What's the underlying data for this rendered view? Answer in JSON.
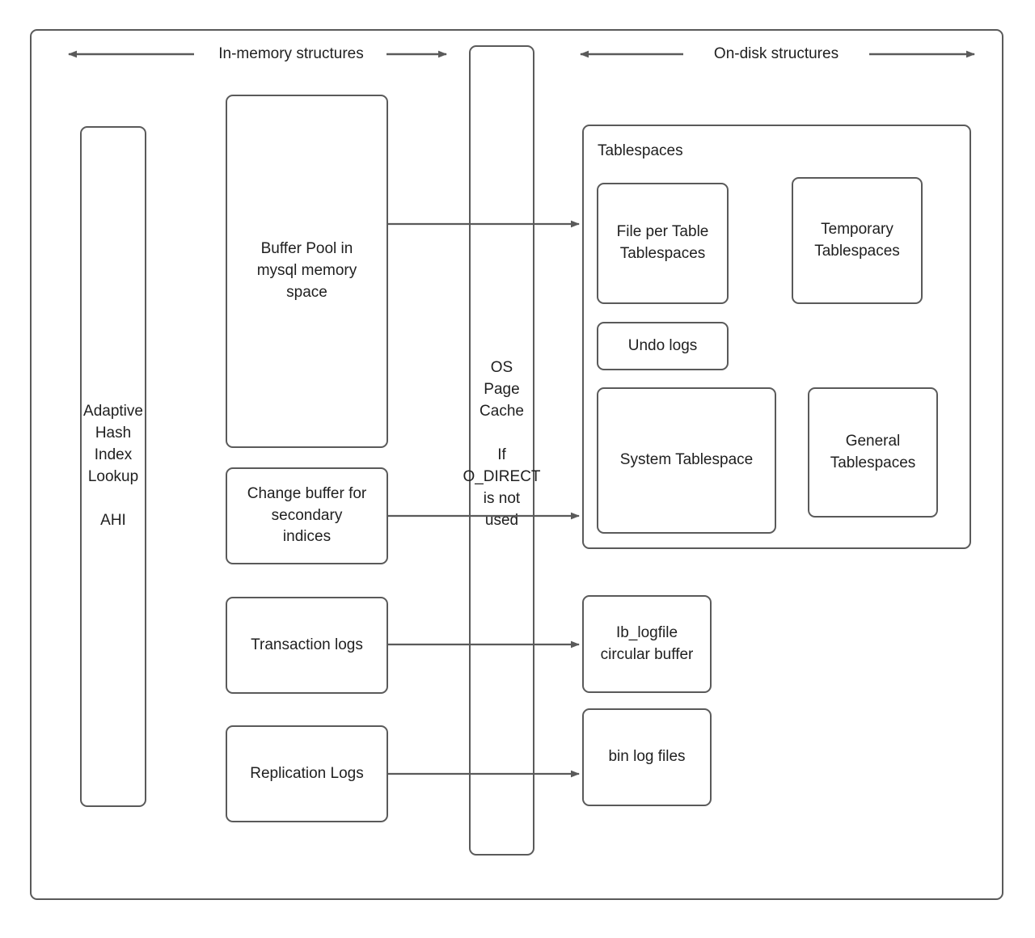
{
  "diagram": {
    "title_bands": [
      {
        "label": "In-memory structures"
      },
      {
        "label": "On-disk structures"
      }
    ],
    "memory_boxes": [
      {
        "name": "adaptive-hash-index",
        "text": "Adaptive\nHash\nIndex\nLookup\n\nAHI"
      },
      {
        "name": "buffer-pool",
        "text": "Buffer Pool in\nmysql memory\nspace"
      },
      {
        "name": "change-buffer",
        "text": "Change buffer for\nsecondary\nindices"
      },
      {
        "name": "transaction-logs",
        "text": "Transaction logs"
      },
      {
        "name": "replication-logs",
        "text": "Replication Logs"
      }
    ],
    "os_page_cache": {
      "name": "os-page-cache",
      "text": "OS\nPage\nCache\n\nIf\nO_DIRECT\nis not\nused"
    },
    "tablespaces_group": {
      "title": "Tablespaces",
      "items": [
        {
          "name": "file-per-table-tablespaces",
          "text": "File per Table\nTablespaces"
        },
        {
          "name": "temporary-tablespaces",
          "text": "Temporary\nTablespaces"
        },
        {
          "name": "undo-logs",
          "text": "Undo logs"
        },
        {
          "name": "system-tablespace",
          "text": "System Tablespace"
        },
        {
          "name": "general-tablespaces",
          "text": "General\nTablespaces"
        }
      ]
    },
    "disk_log_boxes": [
      {
        "name": "ib-logfile",
        "text": "Ib_logfile\ncircular buffer"
      },
      {
        "name": "bin-log-files",
        "text": "bin log files"
      }
    ],
    "colors": {
      "stroke": "#5a5a5a",
      "text": "#1f1f1f",
      "background": "#ffffff"
    }
  }
}
